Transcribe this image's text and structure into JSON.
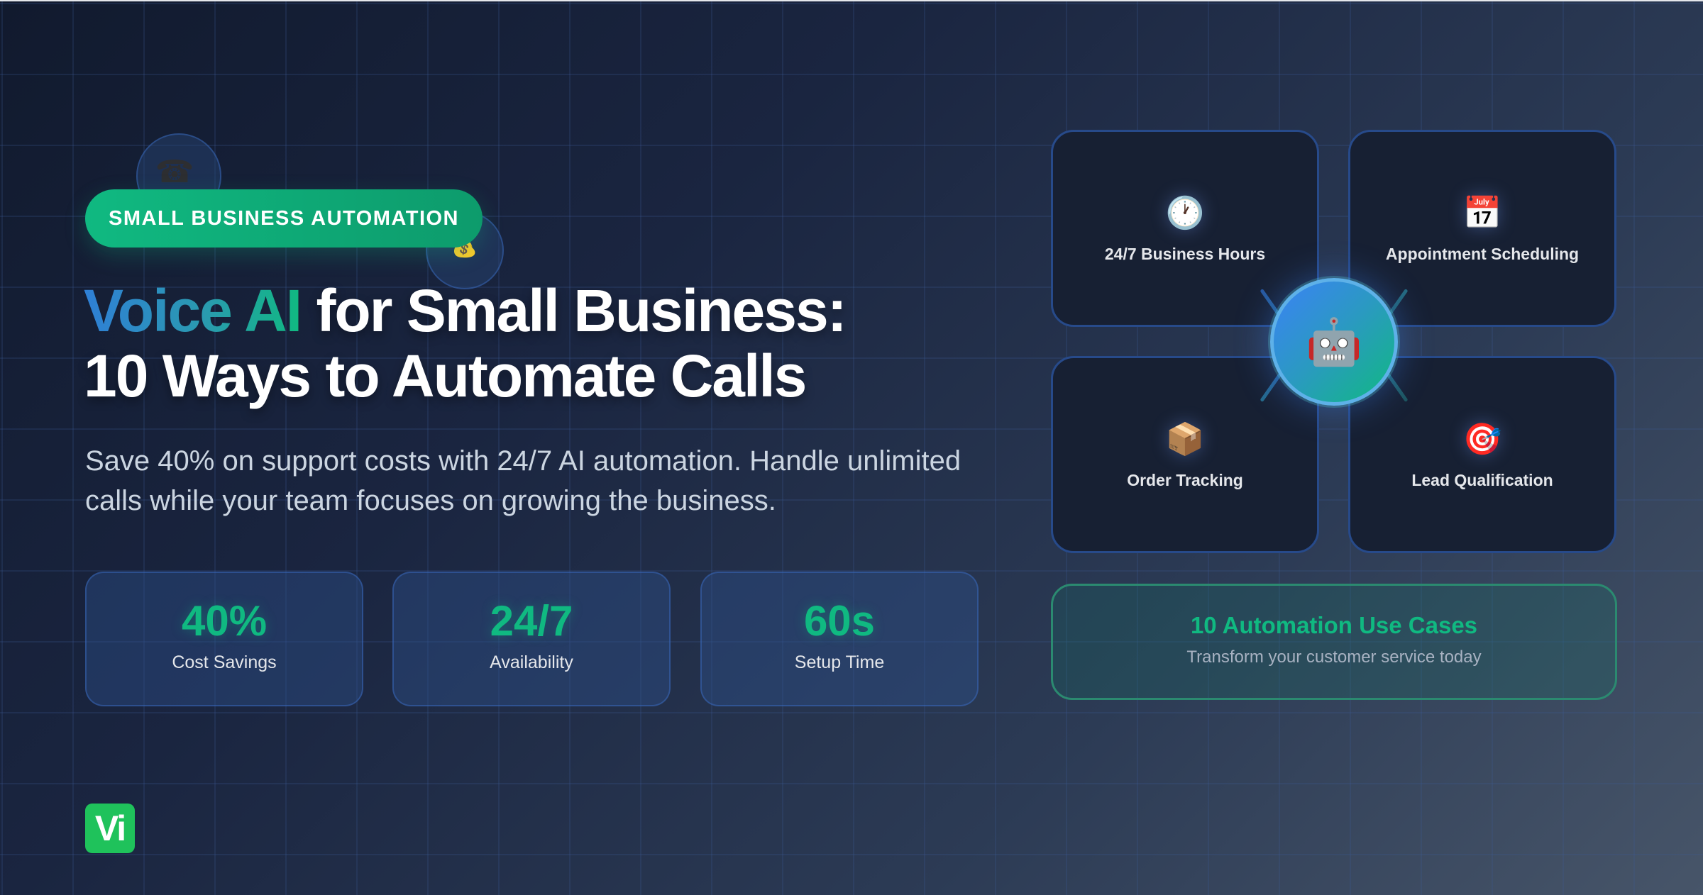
{
  "badge": {
    "label": "SMALL BUSINESS AUTOMATION"
  },
  "decorations": {
    "phone_icon": "☎",
    "money_icon": "💰"
  },
  "headline": {
    "highlight": "Voice AI",
    "line1_rest": " for Small Business:",
    "line2": "10 Ways to Automate Calls"
  },
  "subtitle": "Save 40% on support costs with 24/7 AI automation. Handle unlimited calls while your team focuses on growing the business.",
  "stats": [
    {
      "value": "40%",
      "label": "Cost Savings"
    },
    {
      "value": "24/7",
      "label": "Availability"
    },
    {
      "value": "60s",
      "label": "Setup Time"
    }
  ],
  "features": [
    {
      "icon": "🕐",
      "icon_name": "clock-icon",
      "label": "24/7 Business Hours"
    },
    {
      "icon": "📅",
      "icon_name": "calendar-icon",
      "label": "Appointment Scheduling"
    },
    {
      "icon": "📦",
      "icon_name": "package-icon",
      "label": "Order Tracking"
    },
    {
      "icon": "🎯",
      "icon_name": "target-icon",
      "label": "Lead Qualification"
    }
  ],
  "hub": {
    "icon": "🤖"
  },
  "cta": {
    "title": "10 Automation Use Cases",
    "subtitle": "Transform your customer service today"
  },
  "logo": {
    "text": "Vi"
  },
  "colors": {
    "accent_green": "#10b981",
    "accent_blue": "#3b82f6",
    "card_bg": "#172033",
    "card_border": "#274a8a",
    "logo_green": "#1fc25b"
  }
}
